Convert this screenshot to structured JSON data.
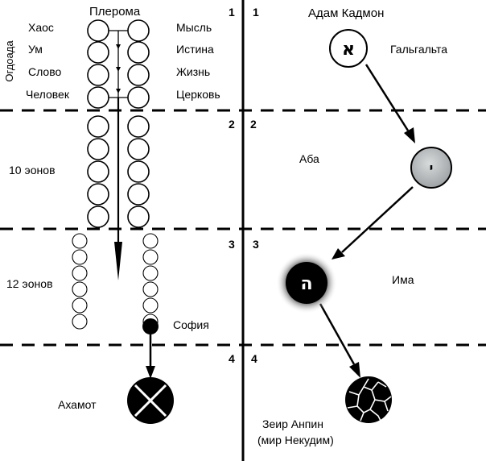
{
  "top_label": "Плерома",
  "vertical_label": "Огдоада",
  "ogdoad_left": [
    "Хаос",
    "Ум",
    "Слово",
    "Человек"
  ],
  "ogdoad_right": [
    "Мысль",
    "Истина",
    "Жизнь",
    "Церковь"
  ],
  "aeons_10": "10 эонов",
  "aeons_12": "12 эонов",
  "sophia": "София",
  "achamoth": "Ахамот",
  "levels": [
    "1",
    "2",
    "3",
    "4"
  ],
  "adam_kadmon": "Адам Кадмон",
  "galgalta": "Гальгальта",
  "aba": "Аба",
  "ima": "Има",
  "zeir_anpin": "Зеир Анпин",
  "mir_nekudim": "(мир Некудим)",
  "letters": {
    "aleph": "א",
    "yod": "י",
    "he": "ה"
  },
  "colors": {
    "line": "#000000",
    "yod_fill": "#b9bcbd",
    "background": "#ffffff"
  }
}
